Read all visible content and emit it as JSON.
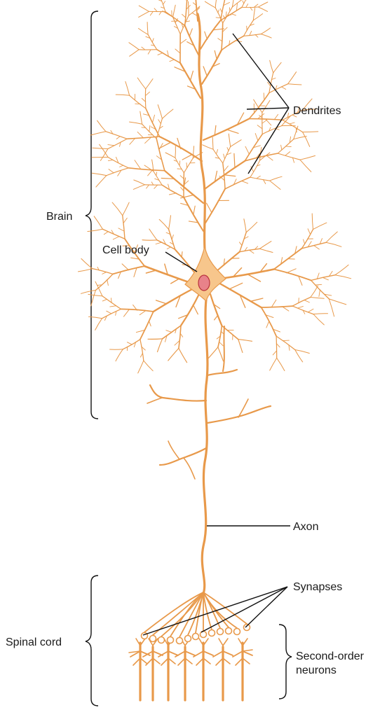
{
  "labels": {
    "dendrites": "Dendrites",
    "cell_body": "Cell body",
    "axon": "Axon",
    "synapses": "Synapses",
    "brain": "Brain",
    "spinal_cord": "Spinal cord",
    "second_order_line1": "Second-order",
    "second_order_line2": "neurons"
  },
  "colors": {
    "neuron": "#e8994a",
    "neuron_light": "#f6c48a",
    "soma_fill": "#f7c68c",
    "nucleus": "#e8828a",
    "nucleus_edge": "#b8323c",
    "text": "#1a1a1a"
  }
}
